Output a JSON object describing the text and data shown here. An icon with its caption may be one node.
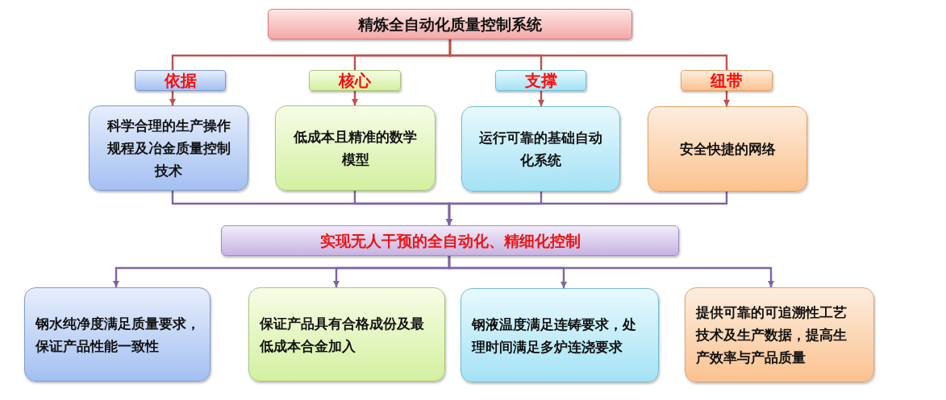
{
  "diagram": {
    "nodes": [
      {
        "text": [
          "精炼全自动化质量控制系统"
        ]
      },
      {
        "text": [
          "依据"
        ]
      },
      {
        "text": [
          "核心"
        ]
      },
      {
        "text": [
          "支撑"
        ]
      },
      {
        "text": [
          "纽带"
        ]
      },
      {
        "text": [
          "科学合理的生产操作规程及冶金质量控制技术"
        ]
      },
      {
        "text": [
          "低成本且精准的数学模型"
        ]
      },
      {
        "text": [
          "运行可靠的基础自动化系统"
        ]
      },
      {
        "text": [
          "安全快捷的网络"
        ]
      },
      {
        "text": [
          "实现无人干预的全自动化、精细化控制"
        ]
      },
      {
        "text": [
          "钢水纯净度满足质量要求，保证产品性能一致性"
        ]
      },
      {
        "text": [
          "保证产品具有合格成份及最低成本合金加入"
        ]
      },
      {
        "text": [
          "钢液温度满足连铸要求，处理时间满足多炉连浇要求"
        ]
      },
      {
        "text": [
          "提供可靠的可追溯性工艺技术及生产数据，提高生产效率与产品质量"
        ]
      }
    ],
    "edges": [
      {
        "from": 0,
        "to": 1,
        "arrow": "none"
      },
      {
        "from": 0,
        "to": 2,
        "arrow": "none"
      },
      {
        "from": 0,
        "to": 3,
        "arrow": "none"
      },
      {
        "from": 0,
        "to": 4,
        "arrow": "none"
      },
      {
        "from": 1,
        "to": 5,
        "arrow": "to"
      },
      {
        "from": 2,
        "to": 6,
        "arrow": "to"
      },
      {
        "from": 3,
        "to": 7,
        "arrow": "to"
      },
      {
        "from": 4,
        "to": 8,
        "arrow": "to"
      },
      {
        "from": 5,
        "to": 9,
        "arrow": "to",
        "color": "#8064a2"
      },
      {
        "from": 6,
        "to": 9,
        "arrow": "to",
        "color": "#8064a2"
      },
      {
        "from": 7,
        "to": 9,
        "arrow": "to",
        "color": "#8064a2"
      },
      {
        "from": 8,
        "to": 9,
        "arrow": "to",
        "color": "#8064a2"
      },
      {
        "from": 9,
        "to": 10,
        "arrow": "to",
        "color": "#8064a2"
      },
      {
        "from": 9,
        "to": 11,
        "arrow": "to",
        "color": "#8064a2"
      },
      {
        "from": 9,
        "to": 12,
        "arrow": "to",
        "color": "#8064a2"
      },
      {
        "from": 9,
        "to": 13,
        "arrow": "to",
        "color": "#8064a2"
      }
    ]
  }
}
